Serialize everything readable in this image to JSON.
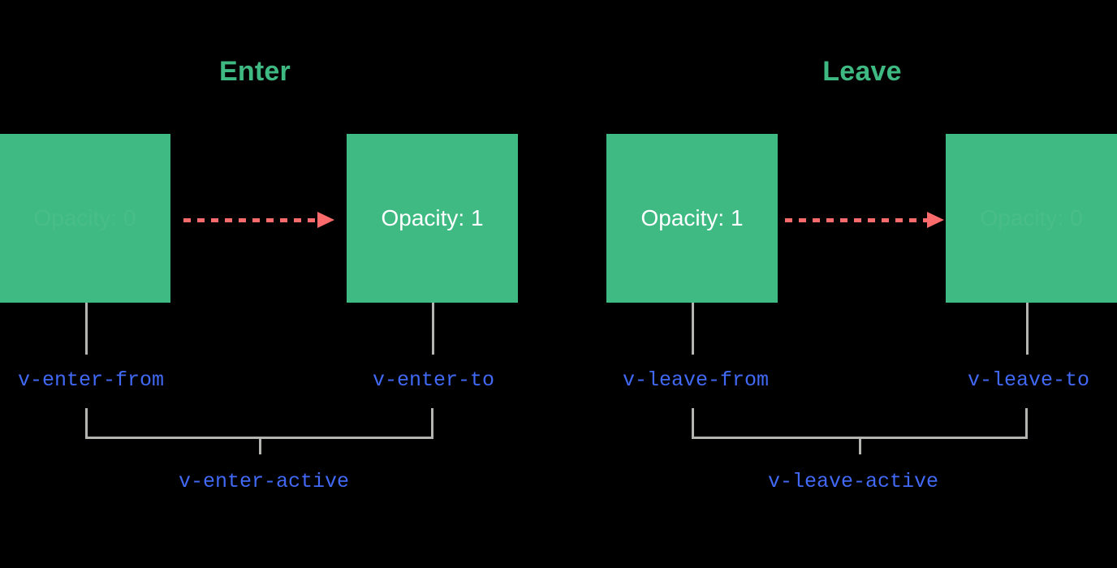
{
  "diagram": {
    "title_enter": "Enter",
    "title_leave": "Leave",
    "colors": {
      "background": "#000000",
      "box_green": "#3fba83",
      "heading_green": "#3fb982",
      "arrow_red": "#fb6b6b",
      "label_blue": "#4169f5",
      "connector_grey": "#b4b4b0",
      "box_text_white": "#ffffff"
    },
    "enter": {
      "heading": "Enter",
      "from_box_text": "Opacity: 0",
      "to_box_text": "Opacity: 1",
      "from_class": "v-enter-from",
      "to_class": "v-enter-to",
      "active_class": "v-enter-active",
      "arrow": "dashed-right-arrow"
    },
    "leave": {
      "heading": "Leave",
      "from_box_text": "Opacity: 1",
      "to_box_text": "Opacity: 0",
      "from_class": "v-leave-from",
      "to_class": "v-leave-to",
      "active_class": "v-leave-active",
      "arrow": "dashed-right-arrow"
    }
  }
}
